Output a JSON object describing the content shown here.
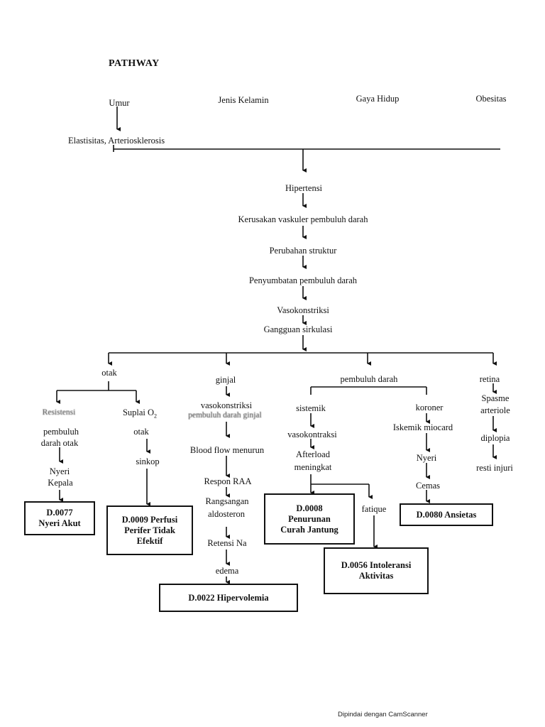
{
  "title": "PATHWAY",
  "factors": [
    "Umur",
    "Jenis Kelamin",
    "Gaya Hidup",
    "Obesitas"
  ],
  "chain": {
    "elastisitas": "Elastisitas, Arteriosklerosis",
    "hipertensi": "Hipertensi",
    "kerusakan": "Kerusakan vaskuler pembuluh darah",
    "perubahan": "Perubahan struktur",
    "penyumbatan": "Penyumbatan pembuluh darah",
    "vasokonstriksi": "Vasokonstriksi",
    "gangguan": "Gangguan sirkulasi"
  },
  "branches": {
    "otak": "otak",
    "ginjal": "ginjal",
    "pembuluh": "pembuluh darah",
    "retina": "retina"
  },
  "otak": {
    "resistensi": "Resistensi",
    "pembuluh": "pembuluh",
    "darah_otak": "darah otak",
    "nyeri1": "Nyeri",
    "nyeri2": "Kepala",
    "suplai": "Suplai O",
    "suplai_sub": "2",
    "suplai_otak": "otak",
    "sinkop": "sinkop"
  },
  "ginjal": {
    "vaso": "vasokonstriksi",
    "vaso2": "pembuluh darah ginjal",
    "blood": "Blood flow menurun",
    "respon": "Respon RAA",
    "rang1": "Rangsangan",
    "rang2": "aldosteron",
    "retensi": "Retensi Na",
    "edema": "edema"
  },
  "pd": {
    "sistemik": "sistemik",
    "vasokontraksi": "vasokontraksi",
    "after1": "Afterload",
    "after2": "meningkat",
    "fatique": "fatique",
    "koroner": "koroner",
    "iskemik": "Iskemik miocard",
    "nyeri": "Nyeri",
    "cemas": "Cemas"
  },
  "retina": {
    "spasme1": "Spasme",
    "spasme2": "arteriole",
    "diplopia": "diplopia",
    "resti": "resti injuri"
  },
  "diagnoses": {
    "d0077_1": "D.0077",
    "d0077_2": "Nyeri Akut",
    "d0009_1": "D.0009 Perfusi",
    "d0009_2": "Perifer Tidak",
    "d0009_3": "Efektif",
    "d0022": "D.0022 Hipervolemia",
    "d0008_1": "D.0008",
    "d0008_2": "Penurunan",
    "d0008_3": "Curah Jantung",
    "d0056_1": "D.0056 Intoleransi",
    "d0056_2": "Aktivitas",
    "d0080": "D.0080 Ansietas"
  },
  "footer": "Dipindai dengan CamScanner"
}
